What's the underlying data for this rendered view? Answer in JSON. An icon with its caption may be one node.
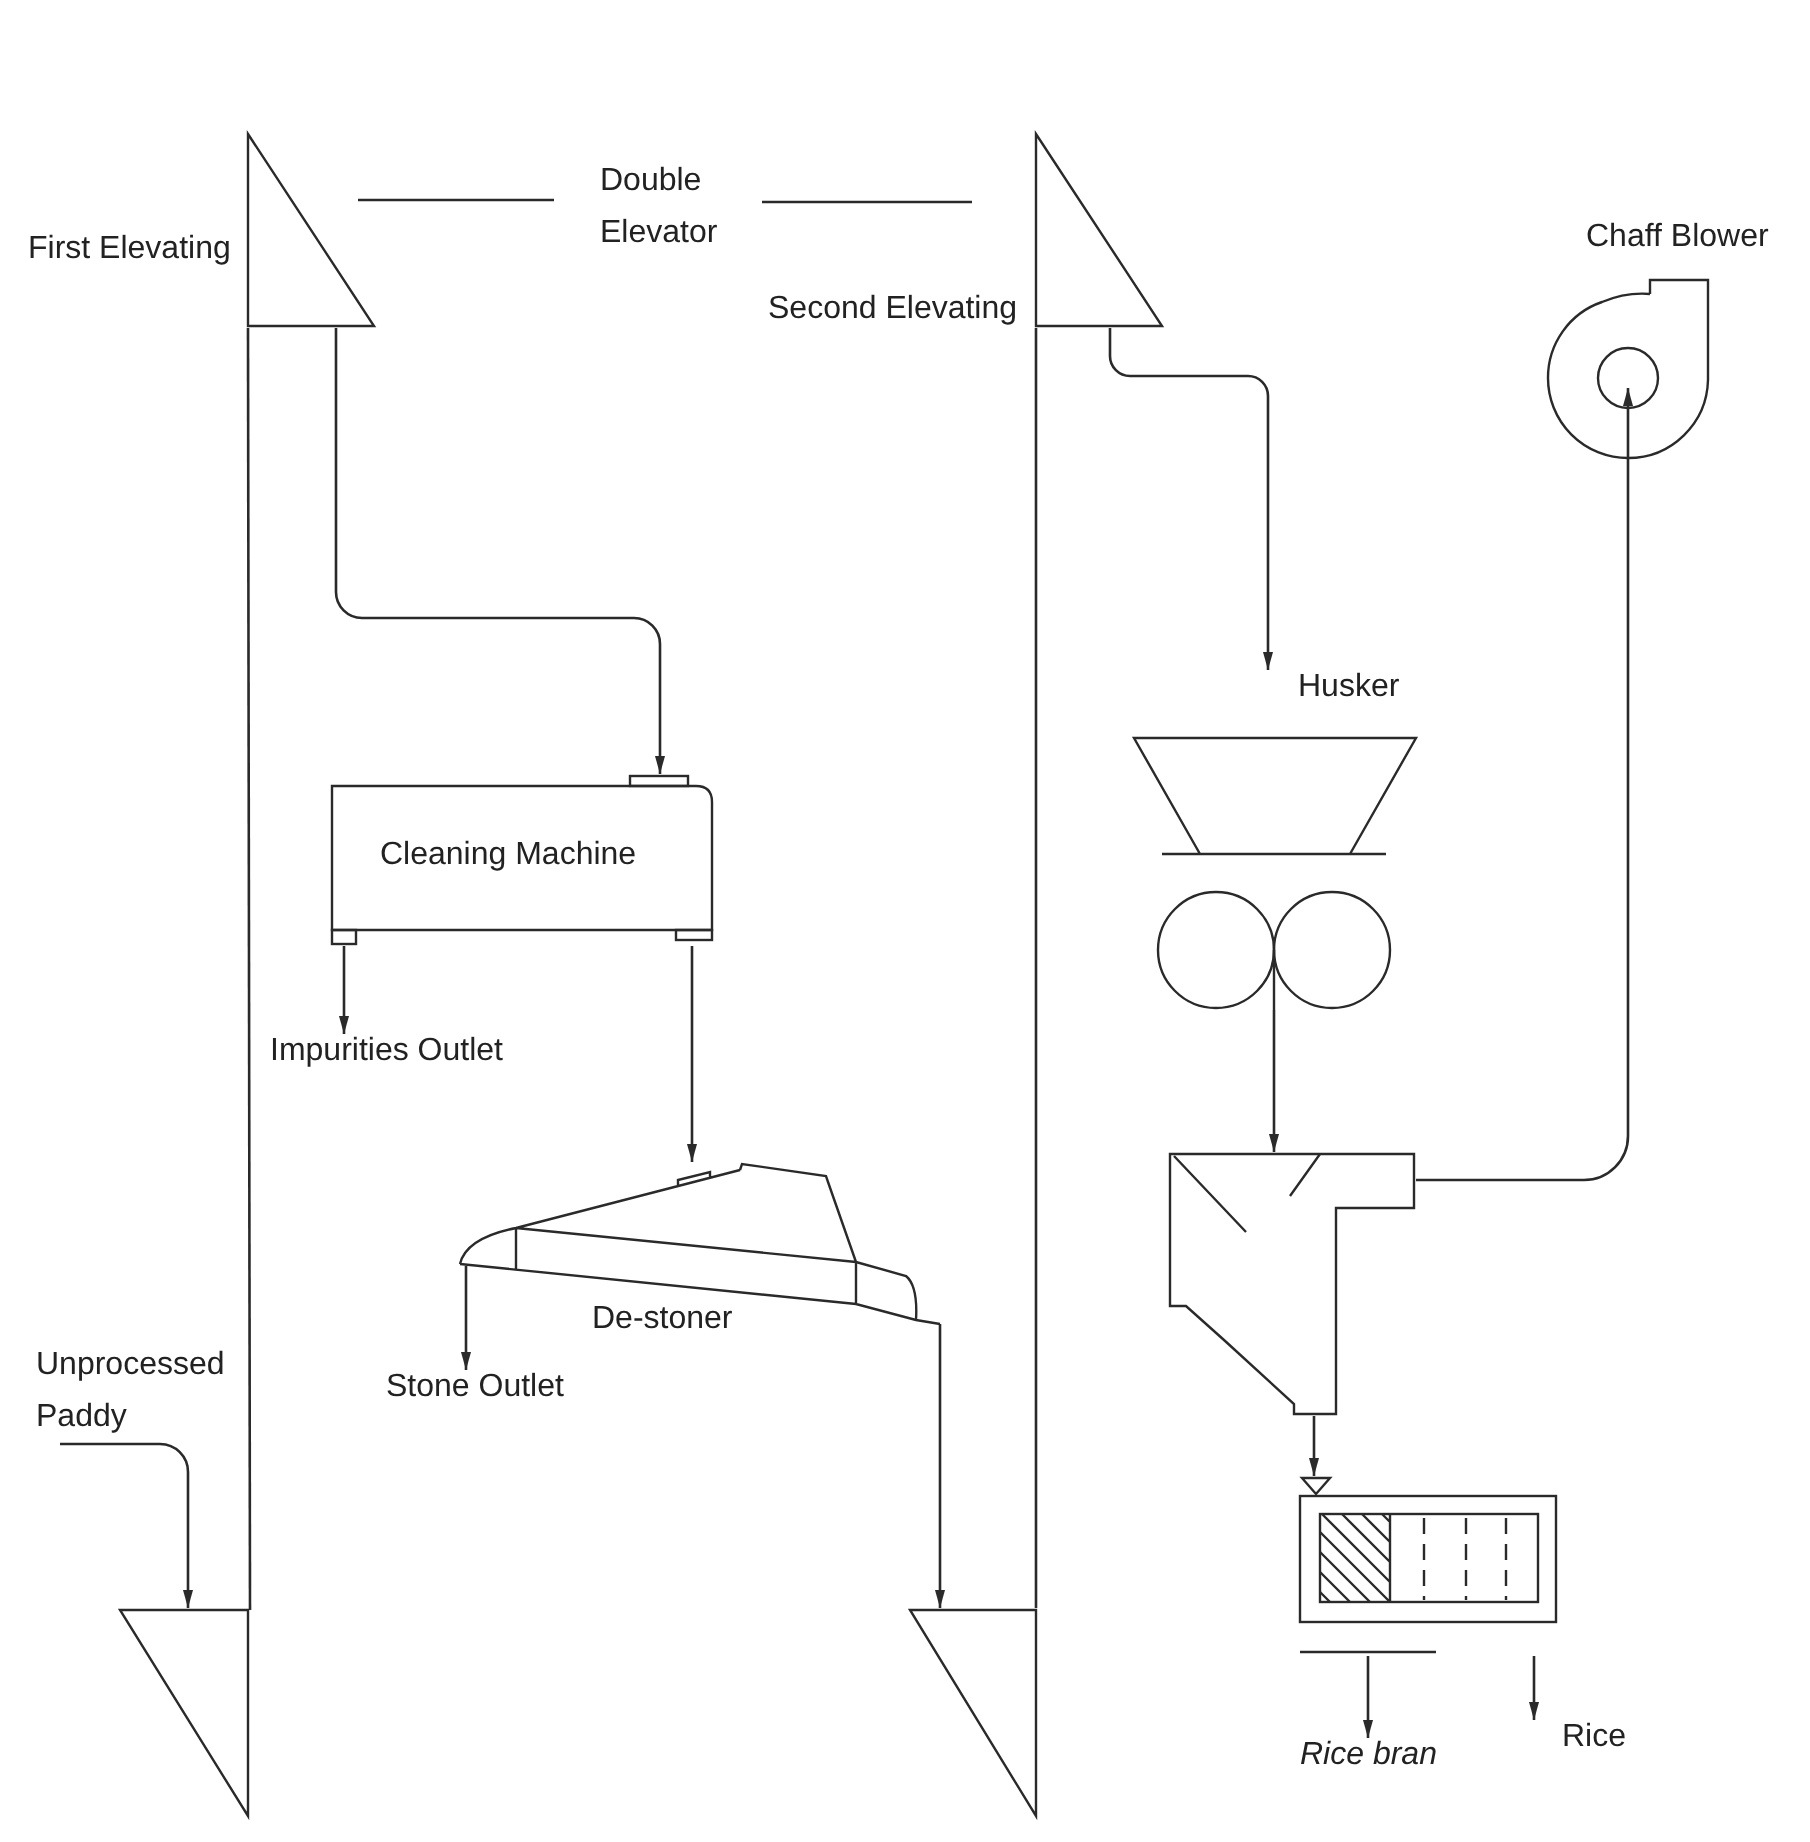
{
  "diagram": {
    "nodes": [
      {
        "text": [
          "First Elevating"
        ]
      },
      {
        "text": [
          "Second Elevating"
        ]
      },
      {
        "text": [
          "Chaff Blower"
        ]
      },
      {
        "text": [
          "Husker"
        ]
      },
      {
        "text": [
          "Cleaning Machine"
        ]
      },
      {
        "text": [
          "Impurities Outlet"
        ]
      },
      {
        "text": [
          "De-stoner"
        ]
      },
      {
        "text": [
          "Stone Outlet"
        ]
      },
      {
        "text": [],
        "shape": "box"
      },
      {
        "text": [
          "Unprocessed Paddy"
        ]
      },
      {
        "text": [],
        "shape": "triangle"
      },
      {
        "text": [],
        "shape": "triangle"
      },
      {
        "text": [],
        "shape": "box"
      },
      {
        "text": [
          "Rice bran"
        ]
      },
      {
        "text": [
          "Rice"
        ]
      }
    ],
    "edges": [
      {
        "from": 9,
        "to": 10,
        "arrow": "to"
      },
      {
        "from": 10,
        "to": 0,
        "arrow": "none"
      },
      {
        "from": 0,
        "to": 4,
        "arrow": "to"
      },
      {
        "from": 4,
        "to": 5,
        "arrow": "to"
      },
      {
        "from": 4,
        "to": 6,
        "arrow": "to"
      },
      {
        "from": 6,
        "to": 7,
        "arrow": "to"
      },
      {
        "from": 6,
        "to": 11,
        "arrow": "to"
      },
      {
        "from": 11,
        "to": 1,
        "arrow": "none"
      },
      {
        "from": 1,
        "to": 3,
        "arrow": "to"
      },
      {
        "from": 3,
        "to": 8,
        "arrow": "to"
      },
      {
        "from": 8,
        "to": 2,
        "arrow": "to"
      },
      {
        "from": 8,
        "to": 12,
        "arrow": "to"
      },
      {
        "from": 12,
        "to": 13,
        "arrow": "to"
      },
      {
        "from": 12,
        "to": 14,
        "arrow": "to"
      }
    ],
    "labels": [
      "Double Elevator"
    ]
  }
}
